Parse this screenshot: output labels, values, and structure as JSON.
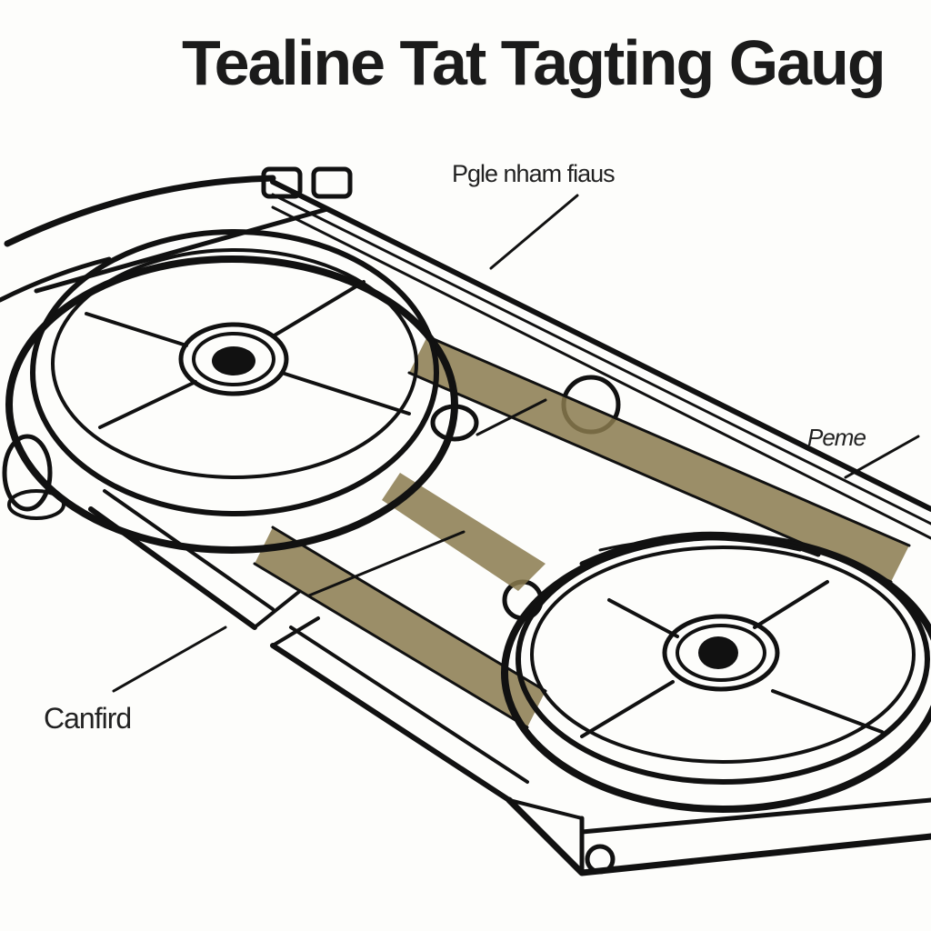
{
  "title": "Tealine Tat Tagting Gaug",
  "labels": {
    "top": "Pgle nham fiaus",
    "right": "Peme",
    "left": "Canfird"
  },
  "colors": {
    "ink": "#111111",
    "belt": "#8a7a4e",
    "paper": "#fdfdfb"
  }
}
